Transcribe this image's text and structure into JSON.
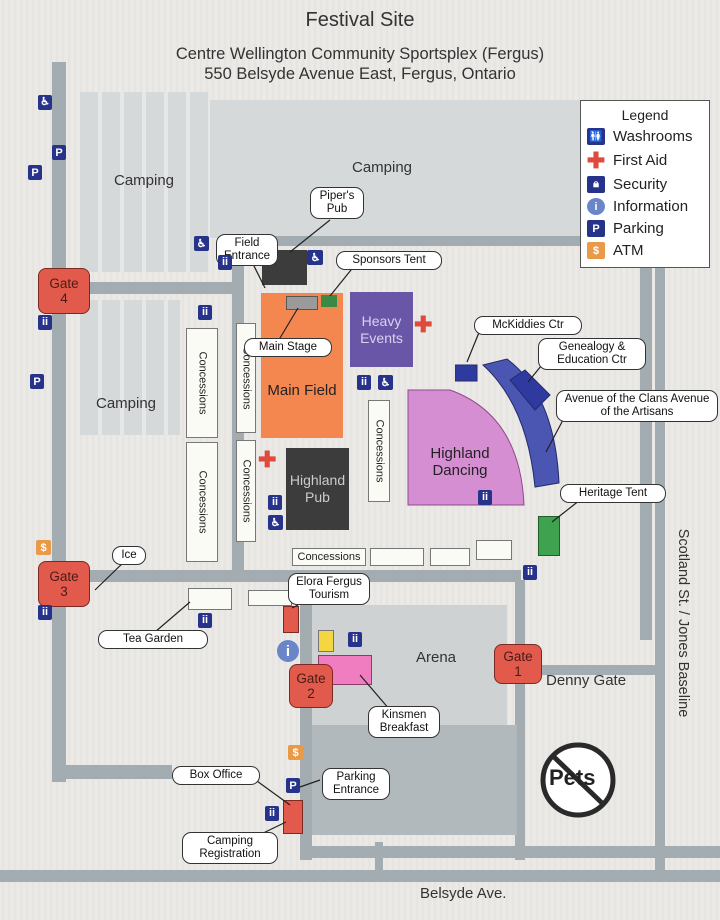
{
  "header": {
    "title": "Festival Site",
    "venue": "Centre Wellington Community Sportsplex (Fergus)",
    "address": "550 Belsyde Avenue East, Fergus, Ontario"
  },
  "legend": {
    "title": "Legend",
    "items": [
      {
        "icon": "washroom-icon",
        "label": "Washrooms"
      },
      {
        "icon": "first-aid-icon",
        "label": "First Aid"
      },
      {
        "icon": "security-icon",
        "label": "Security"
      },
      {
        "icon": "information-icon",
        "label": "Information"
      },
      {
        "icon": "parking-icon",
        "label": "Parking"
      },
      {
        "icon": "atm-icon",
        "label": "ATM"
      }
    ]
  },
  "areas": {
    "camping_nw": "Camping",
    "camping_north": "Camping",
    "camping_west": "Camping",
    "main_field": "Main Field",
    "heavy_events": "Heavy Events",
    "highland_pub": "Highland Pub",
    "highland_dancing": "Highland Dancing",
    "arena": "Arena"
  },
  "concessions": "Concessions",
  "callouts": {
    "pipers_pub": "Piper's Pub",
    "field_entrance": "Field Entrance",
    "sponsors_tent": "Sponsors Tent",
    "main_stage": "Main Stage",
    "mckiddies": "McKiddies Ctr",
    "genealogy": "Genealogy & Education Ctr",
    "clans": "Avenue of the Clans Avenue of the Artisans",
    "heritage_tent": "Heritage Tent",
    "ice": "Ice",
    "tea_garden": "Tea Garden",
    "elora_fergus": "Elora Fergus Tourism",
    "kinsmen": "Kinsmen Breakfast",
    "box_office": "Box Office",
    "parking_entrance": "Parking Entrance",
    "camping_registration": "Camping Registration"
  },
  "gates": {
    "gate4": {
      "word": "Gate",
      "num": "4"
    },
    "gate3": {
      "word": "Gate",
      "num": "3"
    },
    "gate2": {
      "word": "Gate",
      "num": "2"
    },
    "gate1": {
      "word": "Gate",
      "num": "1"
    }
  },
  "streets": {
    "denny_gate": "Denny Gate",
    "scotland": "Scotland St. / Jones Baseline",
    "belsyde": "Belsyde Ave."
  },
  "pets_sign": "Pets",
  "colors": {
    "road": "#a3adb1",
    "main_field": "#f3874f",
    "heavy_events": "#6a56a6",
    "highland_pub": "#3c3c3c",
    "highland_dancing": "#d68ed3",
    "clans_tents": "#4a56b2",
    "heritage_tent": "#3ea24f",
    "gate": "#e25a4b",
    "kinsmen": "#f07dc0",
    "icon_blue": "#27328a",
    "first_aid": "#e04a3c",
    "atm": "#e99a48"
  }
}
